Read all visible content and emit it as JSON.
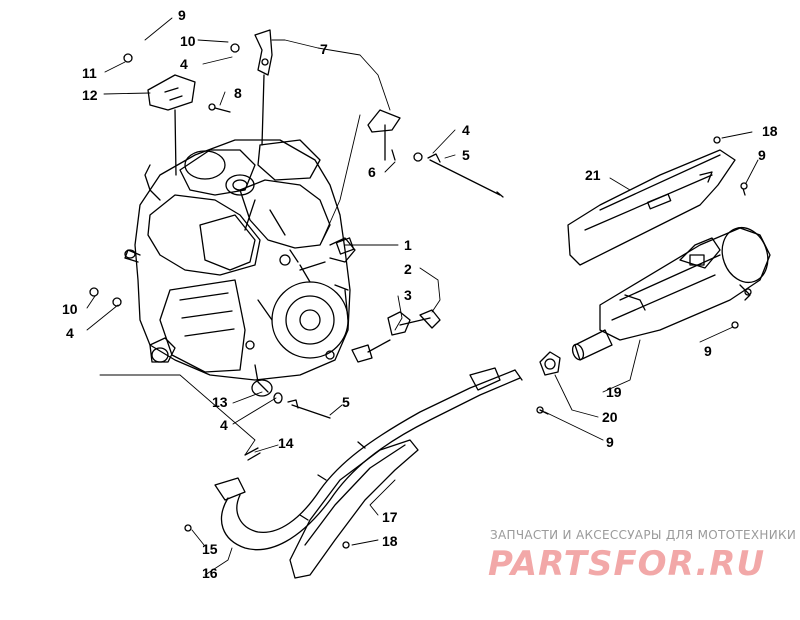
{
  "callouts": {
    "c1": "1",
    "c2": "2",
    "c3": "3",
    "c4a": "4",
    "c4b": "4",
    "c4c": "4",
    "c4d": "4",
    "c5a": "5",
    "c5b": "5",
    "c6": "6",
    "c7": "7",
    "c8": "8",
    "c9a": "9",
    "c9b": "9",
    "c9c": "9",
    "c9d": "9",
    "c10a": "10",
    "c10b": "10",
    "c11": "11",
    "c12": "12",
    "c13": "13",
    "c14": "14",
    "c15": "15",
    "c16": "16",
    "c17": "17",
    "c18a": "18",
    "c18b": "18",
    "c19": "19",
    "c20": "20",
    "c21": "21"
  },
  "watermark": {
    "tagline": "ЗАПЧАСТИ И АКСЕССУАРЫ ДЛЯ МОТОТЕХНИКИ",
    "brand": "PARTSFOR.RU"
  },
  "colors": {
    "ink": "#000000",
    "watermark_brand": "#f2a8a8",
    "watermark_text": "#9a9a9a"
  }
}
